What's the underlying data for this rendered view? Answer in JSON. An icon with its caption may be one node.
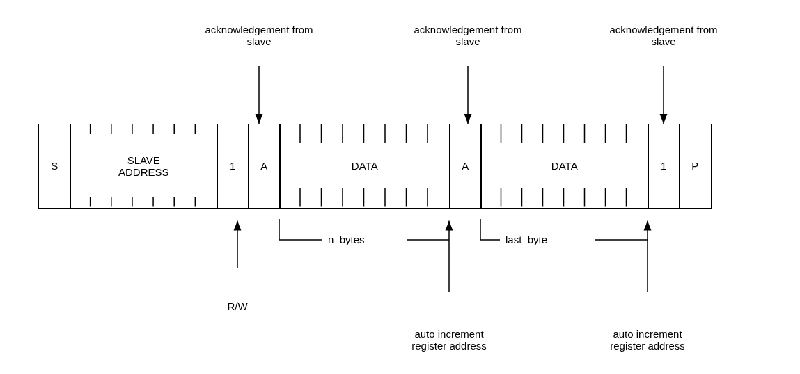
{
  "diagram": {
    "nodes": [
      {
        "text": [
          "S"
        ]
      },
      {
        "text": [
          "SLAVE ADDRESS"
        ]
      },
      {
        "text": [
          "1"
        ]
      },
      {
        "text": [
          "A"
        ]
      },
      {
        "text": [
          "DATA"
        ]
      },
      {
        "text": [
          "A"
        ]
      },
      {
        "text": [
          "DATA"
        ]
      },
      {
        "text": [
          "1"
        ]
      },
      {
        "text": [
          "P"
        ]
      },
      {
        "text": [
          "acknowledgement from slave"
        ]
      },
      {
        "text": [
          "acknowledgement from slave"
        ]
      },
      {
        "text": [
          "acknowledgement from slave"
        ]
      },
      {
        "text": [
          "R/W"
        ]
      },
      {
        "text": [
          "auto increment register address"
        ]
      },
      {
        "text": [
          "auto increment register address"
        ]
      }
    ],
    "edges": [
      {
        "from": 9,
        "to": 3,
        "arrow": "to"
      },
      {
        "from": 10,
        "to": 5,
        "arrow": "to"
      },
      {
        "from": 11,
        "to": 7,
        "arrow": "to"
      },
      {
        "from": 12,
        "to": 2,
        "arrow": "to"
      },
      {
        "from": 13,
        "to": 5,
        "arrow": "to"
      },
      {
        "from": 14,
        "to": 7,
        "arrow": "to"
      }
    ],
    "labels": [
      "n  bytes",
      "last  byte"
    ]
  }
}
